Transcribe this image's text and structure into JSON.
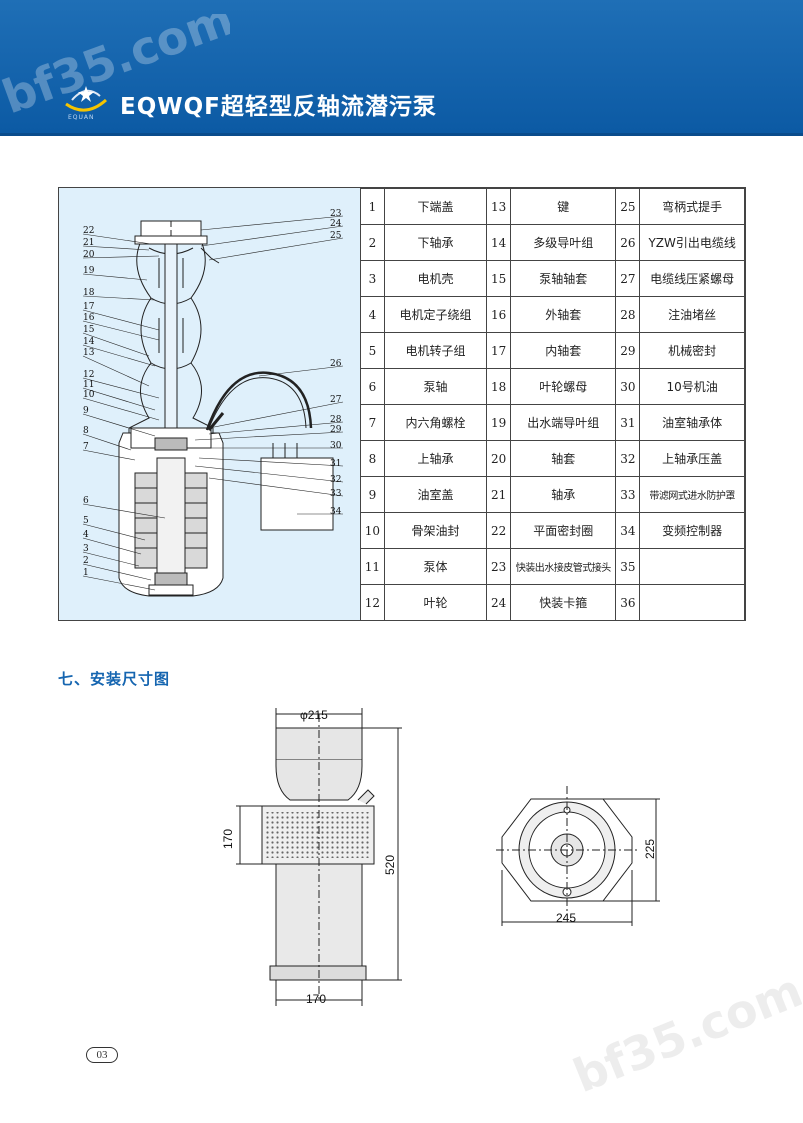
{
  "header": {
    "title": "EQWQF超轻型反轴流潜污泵",
    "logo_text": "EQUAN",
    "watermark": "bf35.com",
    "color": "#1565b0"
  },
  "parts_table": [
    [
      {
        "n": "1",
        "name": "下端盖"
      },
      {
        "n": "13",
        "name": "键"
      },
      {
        "n": "25",
        "name": "弯柄式提手"
      }
    ],
    [
      {
        "n": "2",
        "name": "下轴承"
      },
      {
        "n": "14",
        "name": "多级导叶组"
      },
      {
        "n": "26",
        "name": "YZW引出电缆线"
      }
    ],
    [
      {
        "n": "3",
        "name": "电机壳"
      },
      {
        "n": "15",
        "name": "泵轴轴套"
      },
      {
        "n": "27",
        "name": "电缆线压紧螺母"
      }
    ],
    [
      {
        "n": "4",
        "name": "电机定子绕组"
      },
      {
        "n": "16",
        "name": "外轴套"
      },
      {
        "n": "28",
        "name": "注油堵丝"
      }
    ],
    [
      {
        "n": "5",
        "name": "电机转子组"
      },
      {
        "n": "17",
        "name": "内轴套"
      },
      {
        "n": "29",
        "name": "机械密封"
      }
    ],
    [
      {
        "n": "6",
        "name": "泵轴"
      },
      {
        "n": "18",
        "name": "叶轮螺母"
      },
      {
        "n": "30",
        "name": "10号机油"
      }
    ],
    [
      {
        "n": "7",
        "name": "内六角螺栓"
      },
      {
        "n": "19",
        "name": "出水端导叶组"
      },
      {
        "n": "31",
        "name": "油室轴承体"
      }
    ],
    [
      {
        "n": "8",
        "name": "上轴承"
      },
      {
        "n": "20",
        "name": "轴套"
      },
      {
        "n": "32",
        "name": "上轴承压盖"
      }
    ],
    [
      {
        "n": "9",
        "name": "油室盖"
      },
      {
        "n": "21",
        "name": "轴承"
      },
      {
        "n": "33",
        "name": "带滤网式进水防护罩"
      }
    ],
    [
      {
        "n": "10",
        "name": "骨架油封"
      },
      {
        "n": "22",
        "name": "平面密封圈"
      },
      {
        "n": "34",
        "name": "变频控制器"
      }
    ],
    [
      {
        "n": "11",
        "name": "泵体"
      },
      {
        "n": "23",
        "name": "快装出水接皮管式接头"
      },
      {
        "n": "35",
        "name": ""
      }
    ],
    [
      {
        "n": "12",
        "name": "叶轮"
      },
      {
        "n": "24",
        "name": "快装卡箍"
      },
      {
        "n": "36",
        "name": ""
      }
    ]
  ],
  "diagram_labels_left": [
    "22",
    "21",
    "20",
    "19",
    "18",
    "17",
    "16",
    "15",
    "14",
    "13",
    "12",
    "11",
    "10",
    "9",
    "8",
    "7",
    "6",
    "5",
    "4",
    "3",
    "2",
    "1"
  ],
  "diagram_labels_right": [
    "23",
    "24",
    "25",
    "26",
    "27",
    "28",
    "29",
    "30",
    "31",
    "32",
    "33",
    "34"
  ],
  "section2": {
    "title": "七、安装尺寸图",
    "dim_top_dia": "φ215",
    "dim_170_v": "170",
    "dim_520": "520",
    "dim_170_h": "170",
    "dim_225": "225",
    "dim_245": "245"
  },
  "page_number": "03"
}
